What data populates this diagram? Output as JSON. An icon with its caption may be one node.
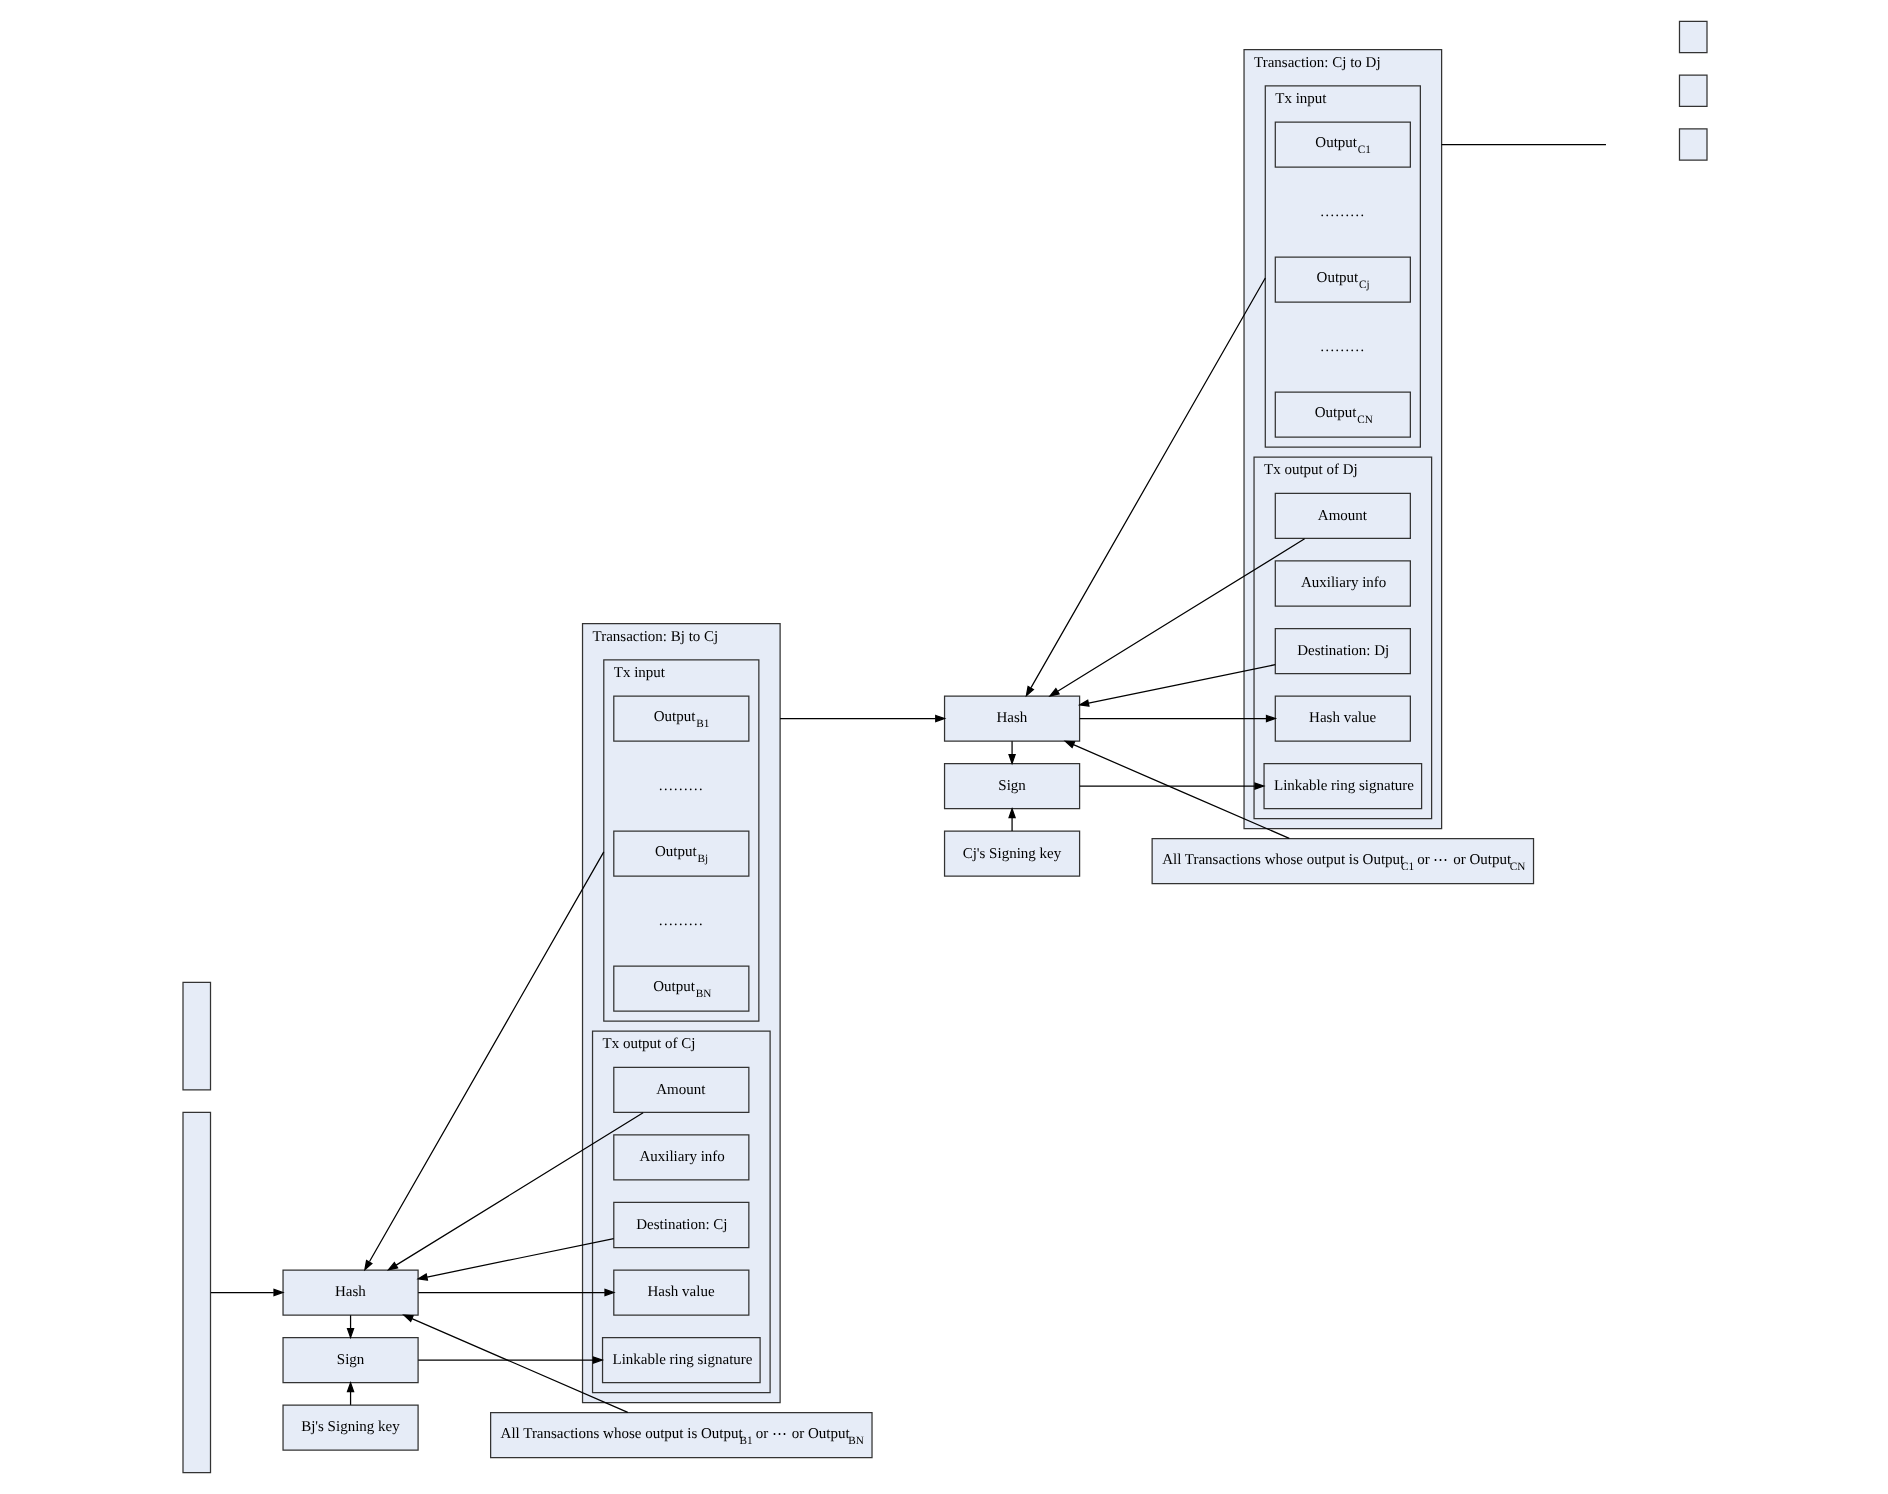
{
  "diagram": {
    "nodes": [
      {
        "text": [],
        "shape": "box"
      },
      {
        "text": [
          "Transaction: Bj to Cj"
        ]
      },
      {
        "text": [
          "Tx input"
        ],
        "in": 1
      },
      {
        "text": [
          "Output$_{B1}$"
        ],
        "in": 2
      },
      {
        "text": [
          "Output$_{Bj}$"
        ],
        "in": 2
      },
      {
        "text": [
          "Output$_{BN}$"
        ],
        "in": 2
      },
      {
        "text": [
          "Tx output of Cj"
        ],
        "in": 1
      },
      {
        "text": [
          "Amount"
        ],
        "in": 6
      },
      {
        "text": [
          "Auxiliary info"
        ],
        "in": 6
      },
      {
        "text": [
          "Destination: Cj"
        ],
        "in": 6
      },
      {
        "text": [
          "Hash value"
        ],
        "in": 6
      },
      {
        "text": [
          "Linkable ring signature"
        ],
        "in": 6
      },
      {
        "text": [
          "Hash"
        ]
      },
      {
        "text": [
          "Sign"
        ]
      },
      {
        "text": [
          "Bj's Signing key"
        ]
      },
      {
        "text": [
          "All Transactions whose output is Output$_{B1}$ or ⋯ or Output$_{BN}$"
        ]
      },
      {
        "text": [
          "Transaction: Cj to Dj"
        ]
      },
      {
        "text": [
          "Tx input"
        ],
        "in": 16
      },
      {
        "text": [
          "Output$_{C1}$"
        ],
        "in": 17
      },
      {
        "text": [
          "Output$_{Cj}$"
        ],
        "in": 17
      },
      {
        "text": [
          "Output$_{CN}$"
        ],
        "in": 17
      },
      {
        "text": [
          "Tx output of Dj"
        ],
        "in": 16
      },
      {
        "text": [
          "Amount"
        ],
        "in": 21
      },
      {
        "text": [
          "Auxiliary info"
        ],
        "in": 21
      },
      {
        "text": [
          "Destination: Dj"
        ],
        "in": 21
      },
      {
        "text": [
          "Hash value"
        ],
        "in": 21
      },
      {
        "text": [
          "Linkable ring signature"
        ],
        "in": 21
      },
      {
        "text": [
          "Hash"
        ]
      },
      {
        "text": [
          "Sign"
        ]
      },
      {
        "text": [
          "Cj's Signing key"
        ]
      },
      {
        "text": [
          "All Transactions whose output is Output$_{C1}$ or ⋯ or Output$_{CN}$"
        ]
      },
      {
        "text": [],
        "shape": "box"
      },
      {
        "text": [],
        "shape": "box"
      },
      {
        "text": [],
        "shape": "box"
      },
      {
        "text": [],
        "shape": "box"
      }
    ],
    "edges": [
      {
        "from": 0,
        "to": 12,
        "arrow": "to"
      },
      {
        "from": 2,
        "to": 12,
        "arrow": "to"
      },
      {
        "from": 7,
        "to": 12,
        "arrow": "to"
      },
      {
        "from": 9,
        "to": 12,
        "arrow": "to"
      },
      {
        "from": 12,
        "to": 10,
        "arrow": "to"
      },
      {
        "from": 12,
        "to": 13,
        "arrow": "to"
      },
      {
        "from": 13,
        "to": 11,
        "arrow": "to"
      },
      {
        "from": 14,
        "to": 13,
        "arrow": "to"
      },
      {
        "from": 15,
        "to": 12,
        "arrow": "to"
      },
      {
        "from": 1,
        "to": 27,
        "arrow": "to"
      },
      {
        "from": 17,
        "to": 27,
        "arrow": "to"
      },
      {
        "from": 22,
        "to": 27,
        "arrow": "to"
      },
      {
        "from": 24,
        "to": 27,
        "arrow": "to"
      },
      {
        "from": 27,
        "to": 25,
        "arrow": "to"
      },
      {
        "from": 27,
        "to": 28,
        "arrow": "to"
      },
      {
        "from": 28,
        "to": 26,
        "arrow": "to"
      },
      {
        "from": 29,
        "to": 28,
        "arrow": "to"
      },
      {
        "from": 30,
        "to": 27,
        "arrow": "to"
      },
      {
        "from": 16,
        "to": null,
        "arrow": "none"
      }
    ],
    "labels": [
      "………",
      "………",
      "………",
      "………"
    ]
  }
}
